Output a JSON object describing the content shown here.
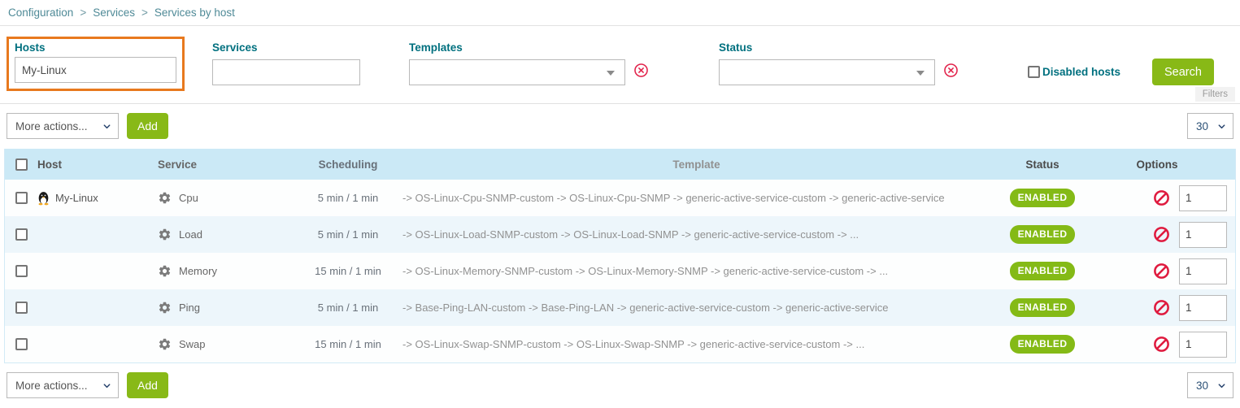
{
  "breadcrumb": {
    "separator": ">",
    "items": [
      "Configuration",
      "Services",
      "Services by host"
    ]
  },
  "filters": {
    "hosts": {
      "label": "Hosts",
      "value": "My-Linux"
    },
    "services": {
      "label": "Services",
      "value": ""
    },
    "templates": {
      "label": "Templates",
      "selected": ""
    },
    "status": {
      "label": "Status",
      "selected": ""
    },
    "disabled_hosts": {
      "label": "Disabled hosts",
      "checked": false
    },
    "search_button": "Search",
    "filters_tag": "Filters"
  },
  "toolbar_top": {
    "more_actions": "More actions...",
    "add_button": "Add",
    "page_size": "30"
  },
  "toolbar_bottom": {
    "more_actions": "More actions...",
    "add_button": "Add",
    "page_size": "30"
  },
  "table": {
    "headers": {
      "host": "Host",
      "service": "Service",
      "scheduling": "Scheduling",
      "template": "Template",
      "status": "Status",
      "options": "Options"
    },
    "rows": [
      {
        "host": "My-Linux",
        "host_icon": "linux-penguin-icon",
        "service": "Cpu",
        "scheduling": "5 min / 1 min",
        "template": "-> OS-Linux-Cpu-SNMP-custom -> OS-Linux-Cpu-SNMP -> generic-active-service-custom -> generic-active-service",
        "status": "ENABLED",
        "options_value": "1"
      },
      {
        "host": "",
        "service": "Load",
        "scheduling": "5 min / 1 min",
        "template": "-> OS-Linux-Load-SNMP-custom -> OS-Linux-Load-SNMP -> generic-active-service-custom -> ...",
        "status": "ENABLED",
        "options_value": "1"
      },
      {
        "host": "",
        "service": "Memory",
        "scheduling": "15 min / 1 min",
        "template": "-> OS-Linux-Memory-SNMP-custom -> OS-Linux-Memory-SNMP -> generic-active-service-custom -> ...",
        "status": "ENABLED",
        "options_value": "1"
      },
      {
        "host": "",
        "service": "Ping",
        "scheduling": "5 min / 1 min",
        "template": "-> Base-Ping-LAN-custom -> Base-Ping-LAN -> generic-active-service-custom -> generic-active-service",
        "status": "ENABLED",
        "options_value": "1"
      },
      {
        "host": "",
        "service": "Swap",
        "scheduling": "15 min / 1 min",
        "template": "-> OS-Linux-Swap-SNMP-custom -> OS-Linux-Swap-SNMP -> generic-active-service-custom -> ...",
        "status": "ENABLED",
        "options_value": "1"
      }
    ]
  },
  "colors": {
    "accent_green": "#88b917",
    "status_enabled_green": "#84ba16",
    "highlight_orange": "#e8791e",
    "label_teal": "#00707f",
    "table_header_blue": "#cbe9f6",
    "alert_red": "#e2244c"
  }
}
